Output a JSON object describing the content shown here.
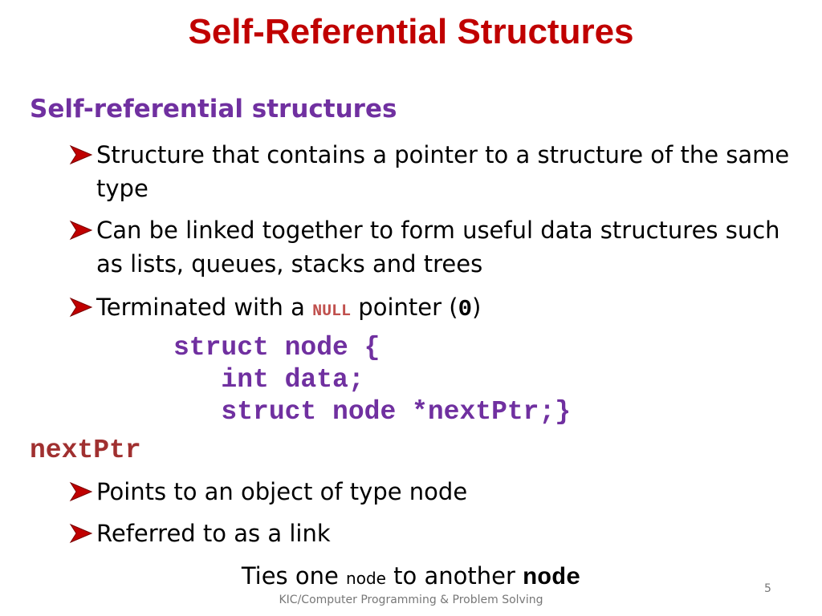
{
  "slide": {
    "title": "Self-Referential Structures",
    "section1": {
      "heading": "Self-referential structures",
      "bullets": [
        "Structure that contains a pointer to a structure of the same type",
        "Can be linked together to form useful data structures such as lists, queues, stacks and trees"
      ],
      "bullet3": {
        "pre": "Terminated with a ",
        "null_word": "NULL",
        "mid": " pointer (",
        "zero": "0",
        "post": ")"
      },
      "code": [
        "struct node {",
        "   int data;",
        "   struct node *nextPtr;}"
      ]
    },
    "section2": {
      "heading": "nextPtr",
      "bullets": [
        "Points to an object of type node",
        "Referred to as a link"
      ],
      "ties": {
        "pre": "Ties one ",
        "small_node": "node",
        "mid": " to another ",
        "bold_node": "node"
      }
    },
    "footer": "KIC/Computer Programming & Problem Solving",
    "page_number": "5"
  },
  "colors": {
    "title": "#c00000",
    "heading_purple": "#7030a0",
    "heading_code": "#a03030",
    "code": "#7030a0",
    "bullet_arrow": "#c00000",
    "null_word": "#c0504d"
  },
  "icons": {
    "bullet": "arrow-bullet-icon"
  }
}
